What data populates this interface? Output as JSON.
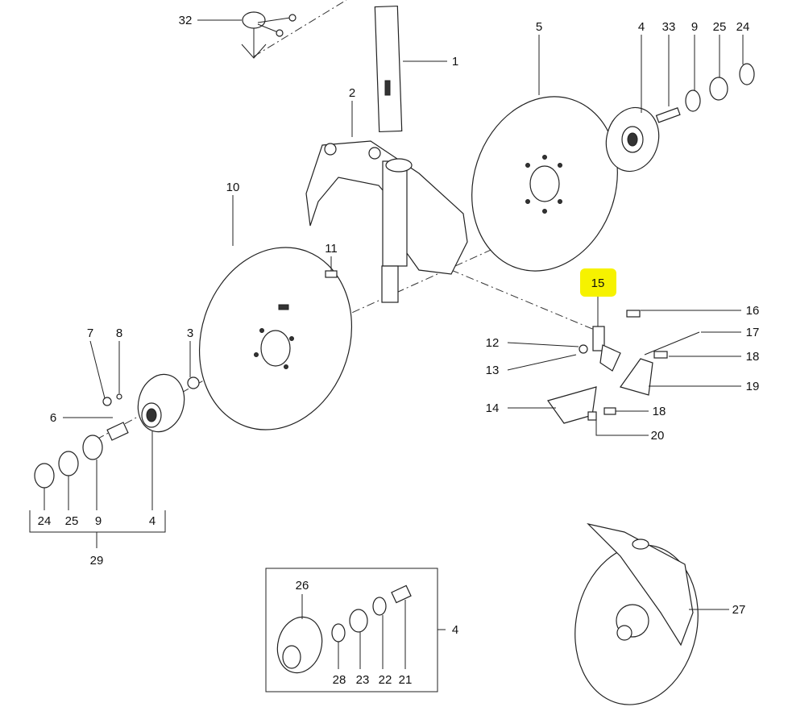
{
  "diagram": {
    "highlight_color": "#f6f200",
    "highlighted_callout": "15",
    "callouts": {
      "c32": "32",
      "c1": "1",
      "c2": "2",
      "c5": "5",
      "c4_top": "4",
      "c33": "33",
      "c9_top": "9",
      "c25_top": "25",
      "c24_top": "24",
      "c10": "10",
      "c11": "11",
      "c15": "15",
      "c16": "16",
      "c17": "17",
      "c18_a": "18",
      "c19": "19",
      "c12": "12",
      "c13": "13",
      "c14": "14",
      "c18_b": "18",
      "c20": "20",
      "c7": "7",
      "c8": "8",
      "c3": "3",
      "c6": "6",
      "c24_bot": "24",
      "c25_bot": "25",
      "c9_bot": "9",
      "c4_bot": "4",
      "c29": "29",
      "c26": "26",
      "c28": "28",
      "c23": "23",
      "c22": "22",
      "c21": "21",
      "c4_box": "4",
      "c27": "27"
    }
  }
}
